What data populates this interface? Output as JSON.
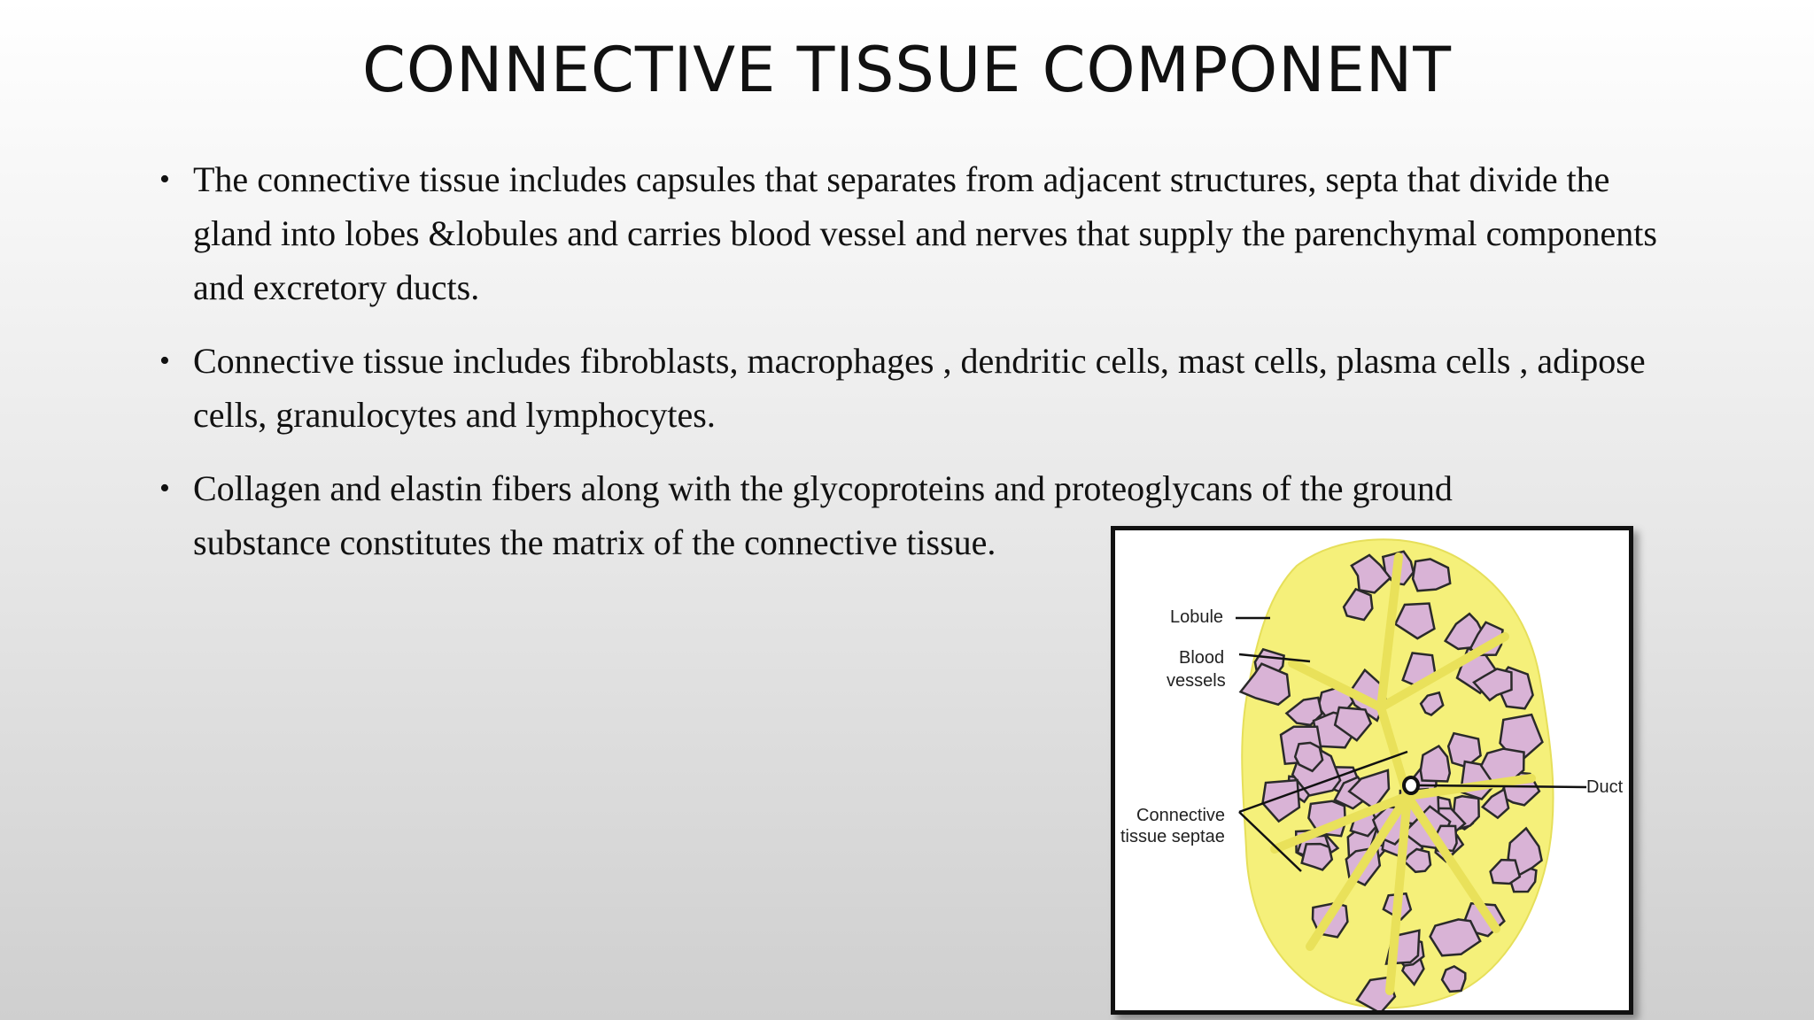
{
  "slide": {
    "title": "CONNECTIVE TISSUE COMPONENT",
    "bullets": [
      "The connective tissue includes capsules that separates from adjacent structures, septa that divide the gland into lobes &lobules and carries blood vessel and nerves  that supply the parenchymal components and excretory ducts.",
      "Connective tissue includes  fibroblasts, macrophages , dendritic cells, mast cells, plasma cells , adipose cells, granulocytes and lymphocytes.",
      "Collagen and elastin fibers along with the glycoproteins and proteoglycans of the ground substance constitutes the matrix of the connective tissue."
    ],
    "bullet_symbol": "•"
  },
  "figure": {
    "labels": {
      "lobule": "Lobule",
      "blood_vessels_1": "Blood",
      "blood_vessels_2": "vessels",
      "duct": "Duct",
      "septae_1": "Connective",
      "septae_2": "tissue septae"
    },
    "colors": {
      "septae": "#f5f07a",
      "lobules": "#d9b3d6",
      "outline": "#2a2a2a"
    }
  }
}
